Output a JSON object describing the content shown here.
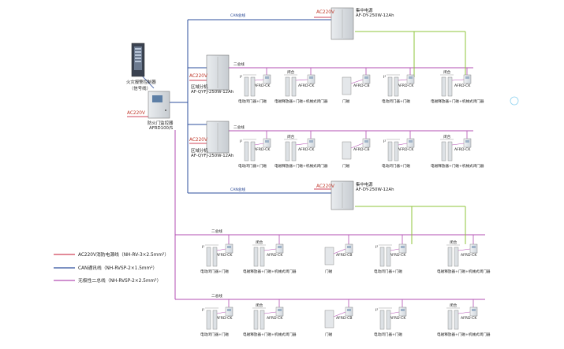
{
  "top_left": {
    "fire_alarm_label": "火灾报警控制器",
    "signal_label": "（信号线）",
    "monitor_label": "防火门监控器",
    "monitor_model": "AFRD100/S",
    "ac_label": "AC220V"
  },
  "bus": {
    "can_label": "CAN总线",
    "two_wire_label": "二总线",
    "ac_label": "AC220V"
  },
  "central_power": {
    "title": "集中电源",
    "model": "AF-DY-250W-12Ah"
  },
  "zone_unit": {
    "title": "区域分机",
    "model": "AF-QYFJ-250W-12Ah"
  },
  "devices": {
    "ck": "AFRD-CK",
    "cb": "AFRD-CB",
    "ck_alt": "AFRD-CK",
    "small": "闭合",
    "small2": "I²"
  },
  "captions": {
    "door_closer": "电动闭门器+门磁",
    "release": "电磁释放器+门磁+机械式闭门器",
    "magnet": "门磁"
  },
  "legend": [
    {
      "label": "AC220V消防电源线（NH-RV-3×2.5mm²）",
      "color": "#d0455a"
    },
    {
      "label": "CAN通讯线（NH-RVSP-2×1.5mm²）",
      "color": "#2e4f9e"
    },
    {
      "label": "无极性二总线（NH-RVSP-2×2.5mm²）",
      "color": "#b34fb3"
    }
  ]
}
